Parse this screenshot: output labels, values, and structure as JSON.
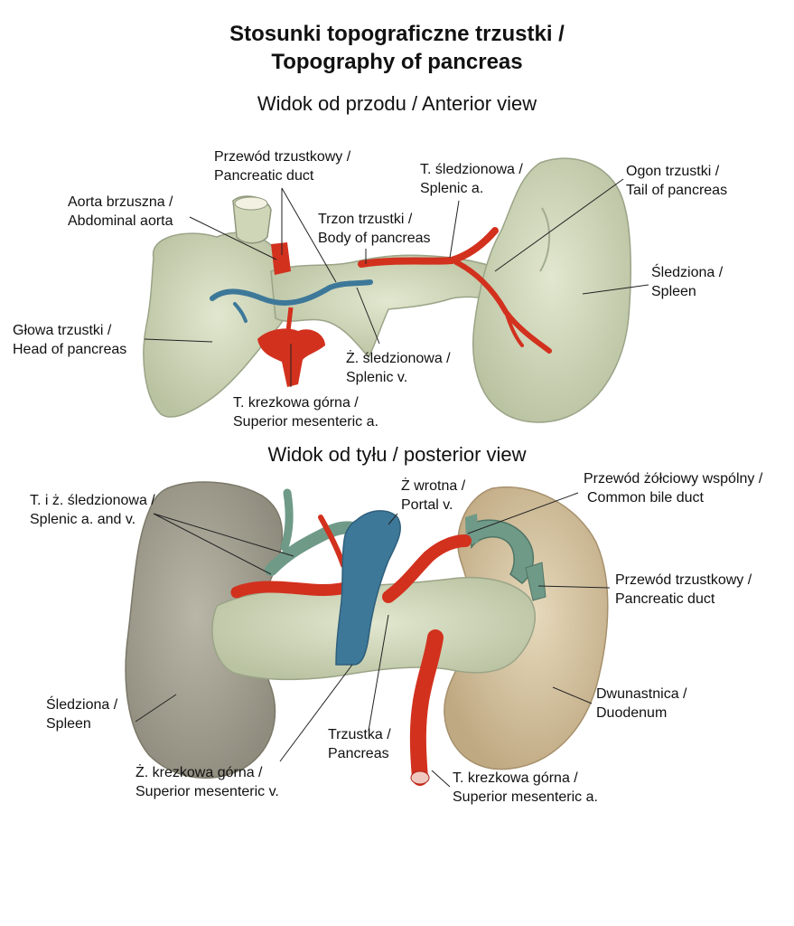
{
  "title": {
    "line1": "Stosunki topograficzne trzustki /",
    "line2": "Topography of pancreas"
  },
  "anterior": {
    "heading": "Widok od przodu / Anterior view",
    "labels": {
      "pancreatic_duct": [
        "Przewód trzustkowy /",
        "Pancreatic duct"
      ],
      "splenic_artery": [
        "T. śledzionowa /",
        "Splenic a."
      ],
      "tail": [
        "Ogon trzustki /",
        "Tail of pancreas"
      ],
      "aorta": [
        "Aorta brzuszna /",
        "Abdominal aorta"
      ],
      "body": [
        "Trzon trzustki /",
        "Body of pancreas"
      ],
      "spleen": [
        "Śledziona /",
        "Spleen"
      ],
      "head": [
        "Głowa trzustki /",
        "Head of pancreas"
      ],
      "splenic_vein": [
        "Ż. śledzionowa /",
        "Splenic v."
      ],
      "sma": [
        "T. krezkowa górna /",
        "Superior mesenteric a."
      ]
    }
  },
  "posterior": {
    "heading": "Widok od tyłu / posterior view",
    "labels": {
      "splenic_av": [
        "T. i ż. śledzionowa /",
        "Splenic a. and v."
      ],
      "portal_vein": [
        "Ż wrotna /",
        "Portal v."
      ],
      "common_bile_duct": [
        "Przewód żółciowy wspólny /",
        "Common bile duct"
      ],
      "pancreatic_duct": [
        "Przewód trzustkowy /",
        "Pancreatic duct"
      ],
      "spleen": [
        "Śledziona /",
        "Spleen"
      ],
      "duodenum": [
        "Dwunastnica /",
        "Duodenum"
      ],
      "pancreas": [
        "Trzustka /",
        "Pancreas"
      ],
      "smv": [
        "Ż. krezkowa górna /",
        "Superior mesenteric v."
      ],
      "sma": [
        "T. krezkowa górna /",
        "Superior mesenteric a."
      ]
    }
  },
  "colors": {
    "organ": "#d6dcbf",
    "organ_shadow": "#a9b292",
    "spleen_posterior": "#a8a596",
    "duodenum_posterior": "#d8c8a8",
    "artery": "#d2311e",
    "vein": "#3d7899",
    "duct": "#6f9a88",
    "leader": "#222222"
  }
}
